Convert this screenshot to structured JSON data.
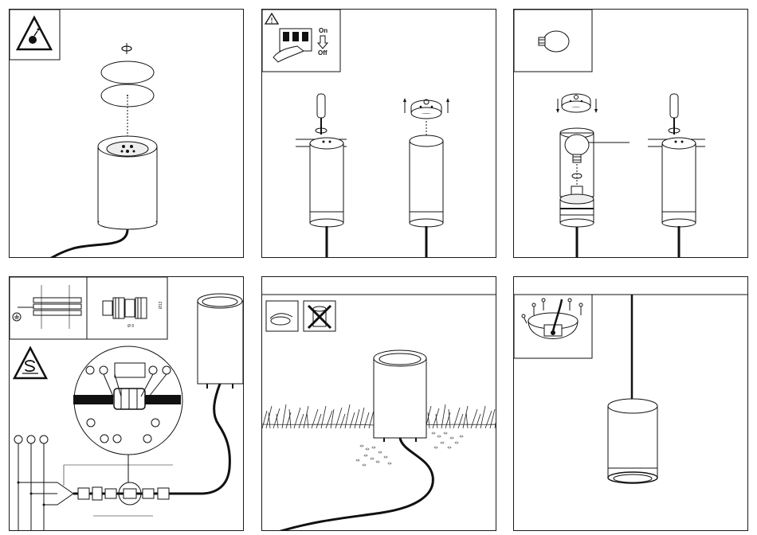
{
  "document": {
    "panels": [
      {
        "id": "step-1",
        "icons": [
          "bomb-warning-icon",
          "rotate-arrow-icon"
        ]
      },
      {
        "id": "step-2",
        "switch_on_label": "On",
        "switch_off_label": "Off",
        "icons": [
          "warning-triangle-icon",
          "circuit-breaker-icon",
          "screwdriver-icon"
        ]
      },
      {
        "id": "step-3",
        "icons": [
          "light-bulb-icon",
          "screwdriver-icon",
          "rotate-arrow-icon"
        ]
      },
      {
        "id": "step-4",
        "cable_diameter_label": "Ø 8",
        "connector_size_label": "Ø13",
        "icons": [
          "earth-ground-icon",
          "safety-s-triangle-icon",
          "waterproof-connector-icon"
        ]
      },
      {
        "id": "step-5",
        "icons": [
          "install-correct-icon",
          "install-forbidden-icon",
          "grass-icon"
        ]
      },
      {
        "id": "step-6",
        "icons": [
          "screw-icon",
          "pendant-lamp-icon"
        ]
      }
    ]
  }
}
